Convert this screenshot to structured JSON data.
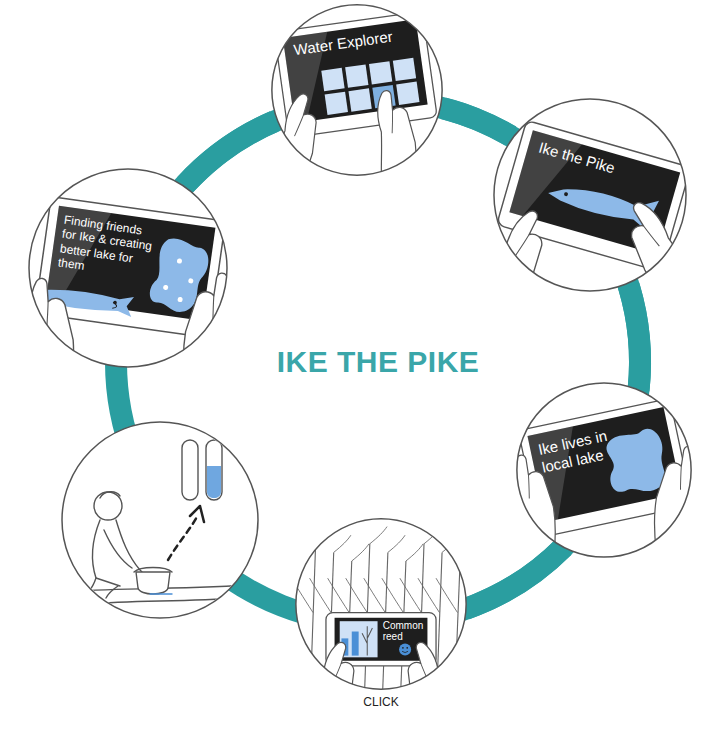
{
  "diagram": {
    "title": "IKE THE PIKE",
    "nodes": [
      {
        "text": [
          "Water Explorer"
        ]
      },
      {
        "text": [
          "Ike the Pike"
        ]
      },
      {
        "text": [
          "Ike lives in local lake"
        ]
      },
      {
        "text": [
          "Common reed",
          "CLICK"
        ]
      },
      {
        "text": [
          "Finding friends for Ike & creating better lake for them"
        ]
      }
    ],
    "edges": [
      {
        "from": 0,
        "to": 1,
        "arrow": "none"
      },
      {
        "from": 1,
        "to": 2,
        "arrow": "none"
      },
      {
        "from": 2,
        "to": 3,
        "arrow": "none"
      },
      {
        "from": 4,
        "to": 0,
        "arrow": "none"
      }
    ]
  }
}
